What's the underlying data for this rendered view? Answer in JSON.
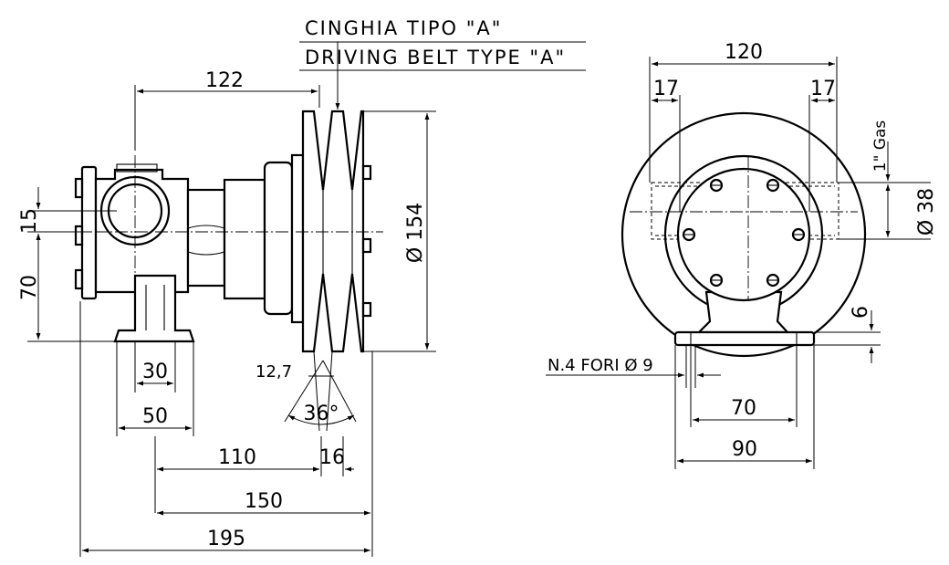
{
  "belt_label": {
    "italian": "CINGHIA TIPO \"A\"",
    "english": "DRIVING BELT TYPE \"A\""
  },
  "side_view": {
    "dims": {
      "d122": "122",
      "d15": "15",
      "d70": "70",
      "d154": "Ø 154",
      "d30": "30",
      "d50": "50",
      "d12_7": "12,7",
      "d36": "36°",
      "d110": "110",
      "d16": "16",
      "d150": "150",
      "d195": "195"
    }
  },
  "front_view": {
    "dims": {
      "d120": "120",
      "d17_left": "17",
      "d17_right": "17",
      "port": "1\" Gas",
      "d38": "Ø 38",
      "d6": "6",
      "holes": "N.4 FORI Ø 9",
      "d70": "70",
      "d90": "90"
    }
  }
}
